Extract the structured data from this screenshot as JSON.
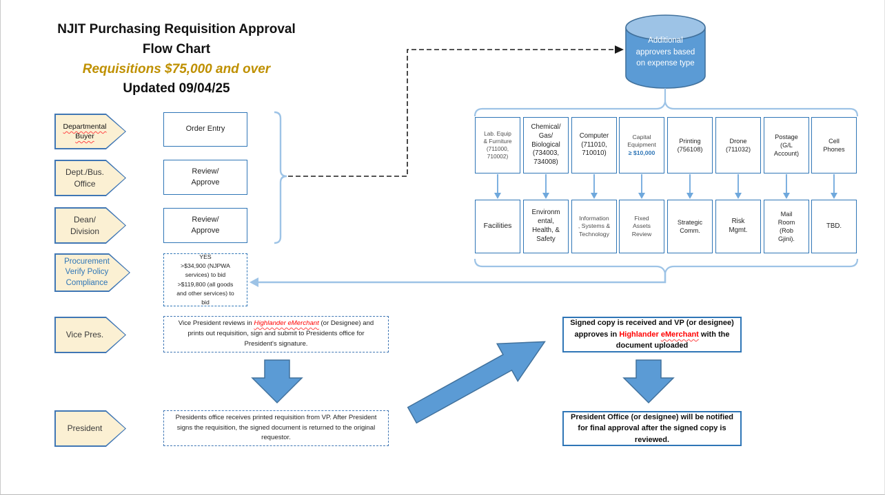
{
  "title": {
    "line1": "NJIT Purchasing Requisition Approval",
    "line2": "Flow Chart",
    "subtitle": "Requisitions $75,000 and over",
    "updated": "Updated 09/04/25"
  },
  "roles": [
    {
      "label": "Departmental\nBuyer"
    },
    {
      "label": "Dept./Bus.\nOffice"
    },
    {
      "label": "Dean/\nDivision"
    },
    {
      "label": "Procurement\nVerify Policy\nCompliance"
    },
    {
      "label": "Vice Pres."
    },
    {
      "label": "President"
    }
  ],
  "steps": {
    "order_entry": "Order Entry",
    "review1": "Review/\nApprove",
    "review2": "Review/\nApprove"
  },
  "yes_box": {
    "text": "YES\n>$34,900 (NJPWA\nservices) to bid\n>$119,800 (all goods\nand other services) to\nbid"
  },
  "vp_note": {
    "pre": "Vice President reviews in ",
    "brand": "Highlander eMerchant",
    "post": "  (or  Designee) and prints out requisition, sign and submit to Presidents office for President's signature."
  },
  "president_note": {
    "text": "Presidents office receives printed requisition from VP.  After President signs the requisition, the signed document is returned to the original requestor."
  },
  "signed_box": {
    "pre": "Signed copy is received and VP (or designee) approves in ",
    "brand_word1": "Highlander ",
    "brand_word2": "eMerchant",
    "post": " with the document uploaded"
  },
  "president_office_box": {
    "text": "President Office (or designee) will be notified for final approval after the signed copy is reviewed."
  },
  "cylinder": {
    "text": "Additional\napprovers based\non expense type"
  },
  "expense_grid": {
    "top": [
      {
        "label": "Lab. Equip\n& Furniture\n(711000,\n710002)"
      },
      {
        "label": "Chemical/\nGas/\nBiological\n(734003,\n734008)"
      },
      {
        "label": "Computer\n(711010,\n710010)"
      },
      {
        "label": "Capital\nEquipment",
        "accent": "≥ $10,000"
      },
      {
        "label": "Printing\n(756108)"
      },
      {
        "label": "Drone\n(711032)"
      },
      {
        "label": "Postage\n(G/L\nAccount)"
      },
      {
        "label": "Cell\nPhones"
      }
    ],
    "bottom": [
      {
        "label": "Facilities"
      },
      {
        "label": "Environm\nental,\nHealth, &\nSafety"
      },
      {
        "label": "Information\n, Systems &\nTechnology"
      },
      {
        "label": "Fixed\nAssets\nReview"
      },
      {
        "label": "Strategic\nComm."
      },
      {
        "label": "Risk\nMgmt."
      },
      {
        "label": "Mail\nRoom\n(Rob\nGjini)."
      },
      {
        "label": "TBD."
      }
    ]
  },
  "colors": {
    "accent_blue": "#2E75B6",
    "shape_blue": "#5B9BD5",
    "shape_blue_dark": "#41719C",
    "connector_light_blue": "#9DC3E6",
    "cream_fill": "#FBF0D3",
    "title_gold": "#BF9000",
    "brand_red": "#FF0000"
  }
}
